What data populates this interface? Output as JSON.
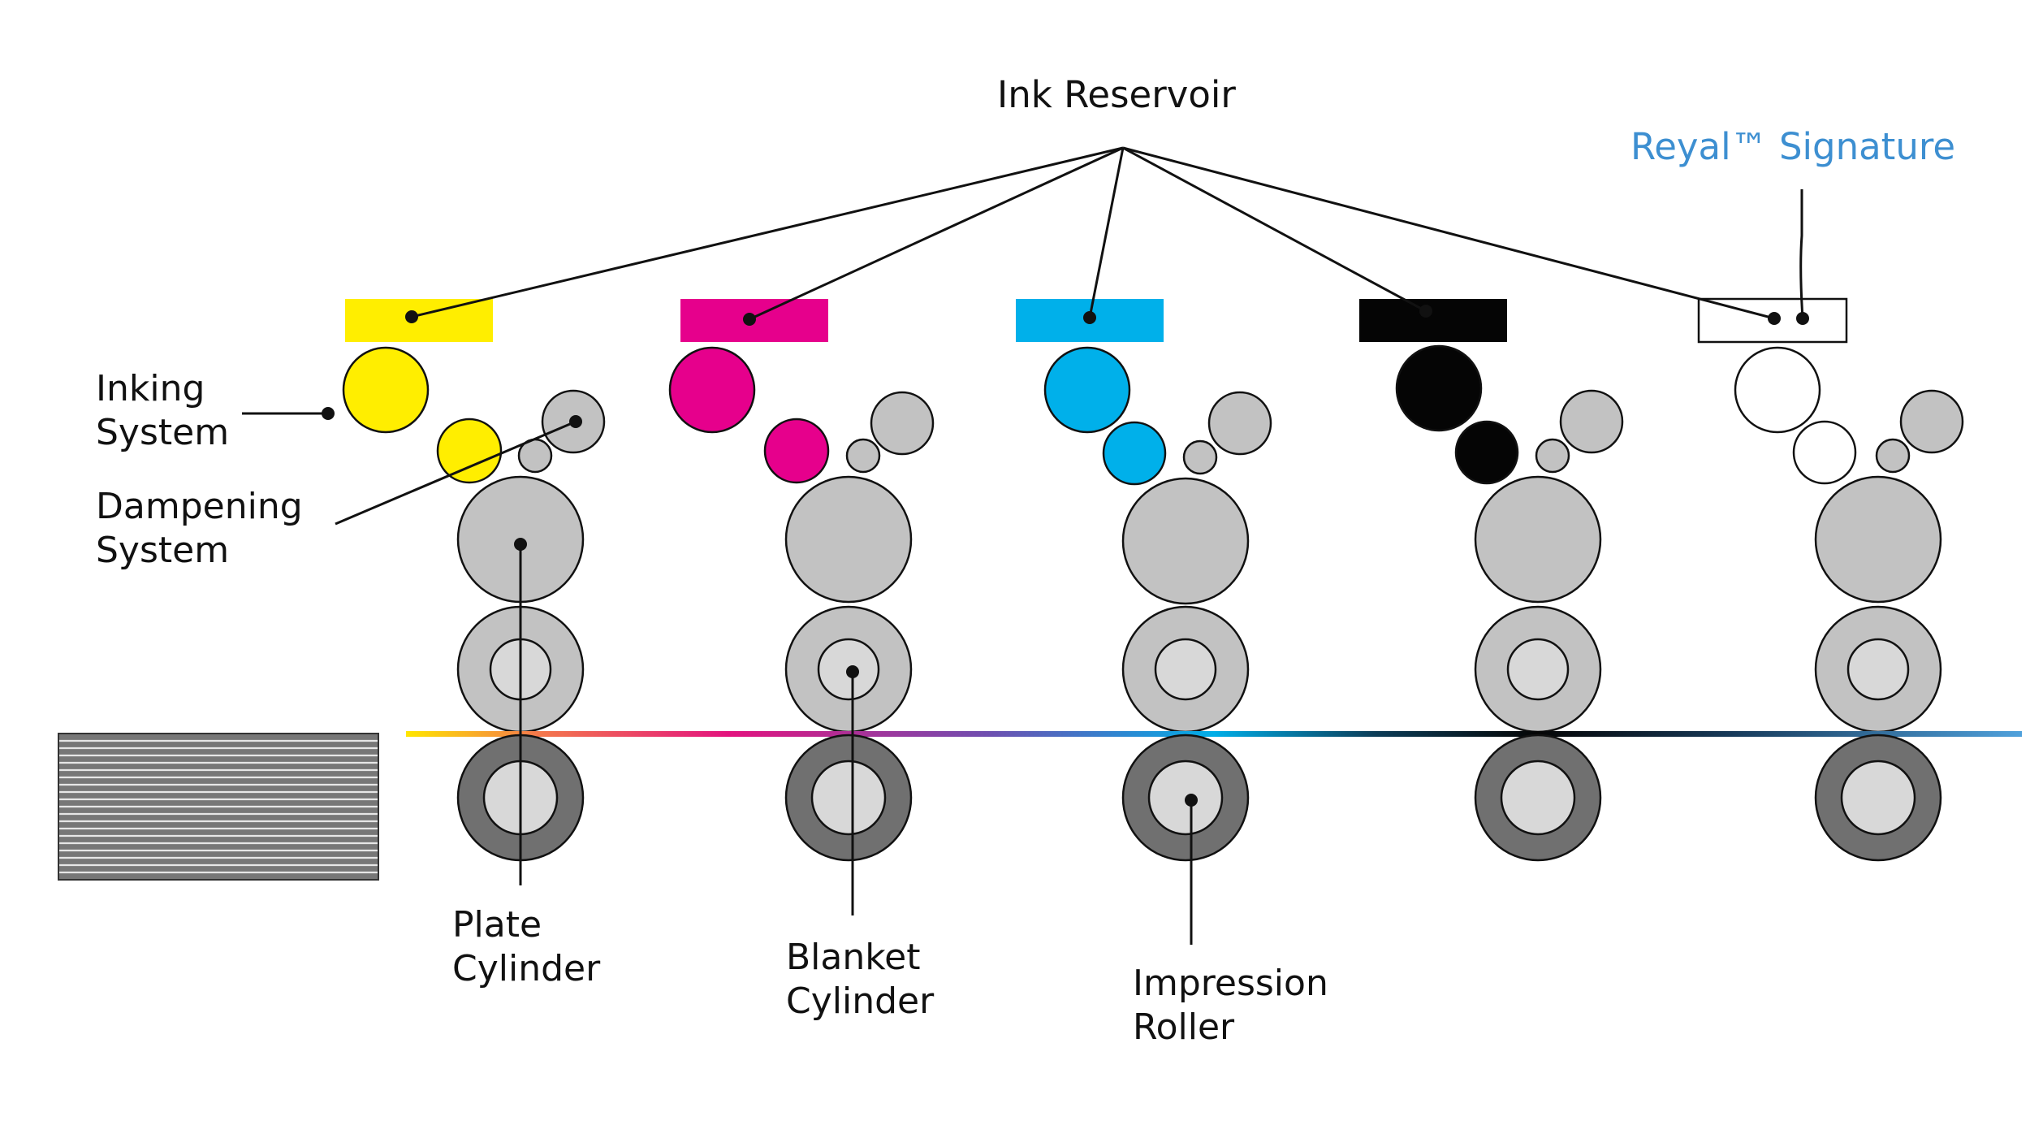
{
  "labels": {
    "ink_reservoir": "Ink Reservoir",
    "signature": "Reyal™ Signature",
    "inking_system": [
      "Inking",
      "System"
    ],
    "dampening_system": [
      "Dampening",
      "System"
    ],
    "plate_cylinder": [
      "Plate",
      "Cylinder"
    ],
    "blanket_cylinder": [
      "Blanket",
      "Cylinder"
    ],
    "impression_roller": [
      "Impression",
      "Roller"
    ]
  },
  "colors": {
    "yellow": "#ffee00",
    "magenta": "#e6008c",
    "cyan": "#00b0ea",
    "black": "#050505",
    "white": "#ffffff",
    "roller_gray": "#c2c2c2",
    "impression_outer": "#707070",
    "impression_inner": "#d8d8d8",
    "signature_label": "#3d8fd1",
    "paper_stack": "#777777"
  },
  "units": [
    {
      "name": "yellow",
      "ink": "#ffee00"
    },
    {
      "name": "magenta",
      "ink": "#e6008c"
    },
    {
      "name": "cyan",
      "ink": "#00b0ea"
    },
    {
      "name": "black",
      "ink": "#050505"
    },
    {
      "name": "signature",
      "ink": "#ffffff"
    }
  ]
}
